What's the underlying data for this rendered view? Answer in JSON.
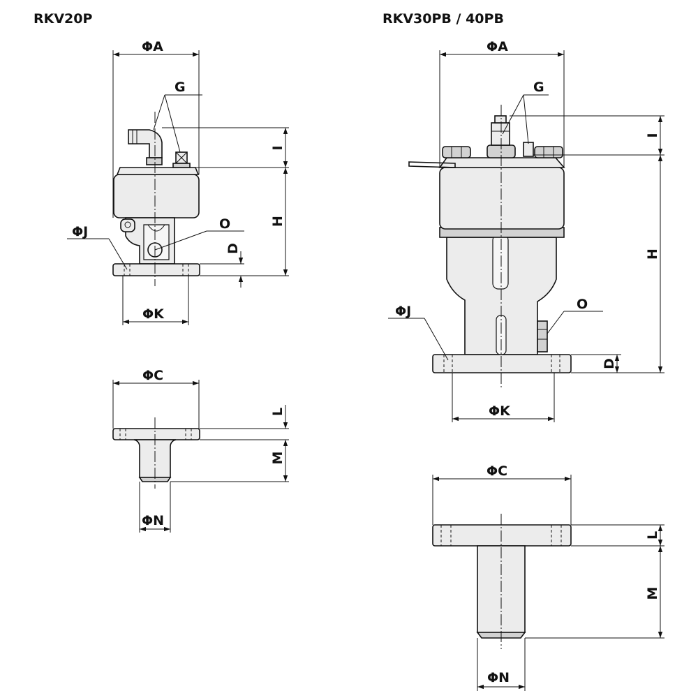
{
  "titles": {
    "left": "RKV20P",
    "right": "RKV30PB / 40PB"
  },
  "labels": {
    "phi_a": "ΦA",
    "g": "G",
    "i": "I",
    "h": "H",
    "o": "O",
    "phi_j": "ΦJ",
    "d": "D",
    "phi_k": "ΦK",
    "phi_c": "ΦC",
    "l": "L",
    "m": "M",
    "phi_n": "ΦN"
  }
}
